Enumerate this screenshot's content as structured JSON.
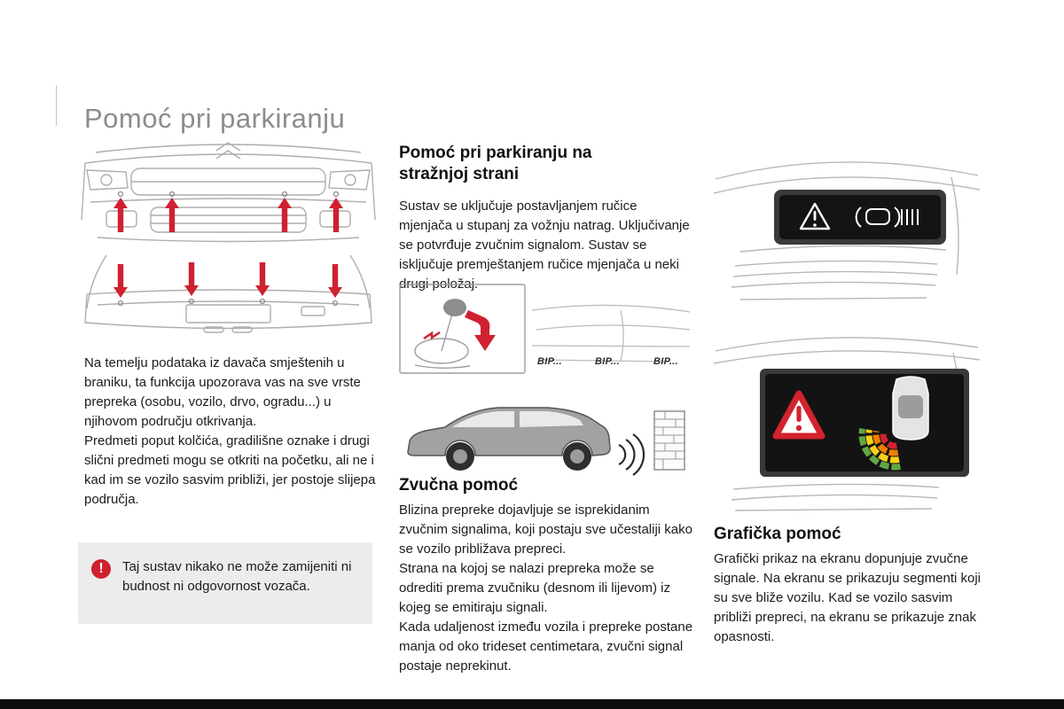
{
  "page": {
    "title": "Pomoć pri parkiranju"
  },
  "left_column": {
    "para1": "Na temelju podataka iz davača smještenih u braniku, ta funkcija upozorava vas na sve vrste prepreka (osobu, vozilo, drvo, ogradu...) u njihovom području otkrivanja.",
    "para2": "Predmeti poput kolčića, gradilišne oznake i drugi slični predmeti mogu se otkriti na početku, ali ne i kad im se vozilo sasvim približi, jer postoje slijepa područja.",
    "warning_text": "Taj sustav nikako ne može zamijeniti ni budnost ni odgovornost vozača."
  },
  "middle_column": {
    "heading_rear": "Pomoć pri parkiranju na stražnjoj strani",
    "para_rear": "Sustav se uključuje postavljanjem ručice mjenjača u stupanj za vožnju natrag. Uključivanje se potvrđuje zvučnim signalom. Sustav se isključuje premještanjem ručice mjenjača u neki drugi položaj.",
    "bip_labels": [
      "BIP...",
      "BIP...",
      "BIP..."
    ],
    "heading_audio": "Zvučna pomoć",
    "audio_para1": "Blizina prepreke dojavljuje se isprekidanim zvučnim signalima, koji postaju sve učestaliji kako se vozilo približava prepreci.",
    "audio_para2": "Strana na kojoj se nalazi prepreka može se odrediti prema zvučniku (desnom ili lijevom) iz kojeg se emitiraju signali.",
    "audio_para3": "Kada udaljenost između vozila i prepreke postane manja od oko trideset centimetara, zvučni signal postaje neprekinut."
  },
  "right_column": {
    "heading_graphic": "Grafička pomoć",
    "para_graphic": "Grafički prikaz na ekranu dopunjuje zvučne signale. Na ekranu se prikazuju segmenti koji su sve bliže vozilu. Kad se vozilo sasvim približi prepreci, na ekranu se prikazuje znak opasnosti."
  },
  "colors": {
    "accent_red": "#cf2130",
    "line_art_gray": "#aeaeae",
    "display_black": "#141414",
    "note_background": "#ececec",
    "title_gray": "#8c8c8c",
    "segment_green": "#61a744",
    "segment_yellow": "#f7d117",
    "segment_orange": "#ee7f00",
    "segment_red": "#d2232e"
  }
}
